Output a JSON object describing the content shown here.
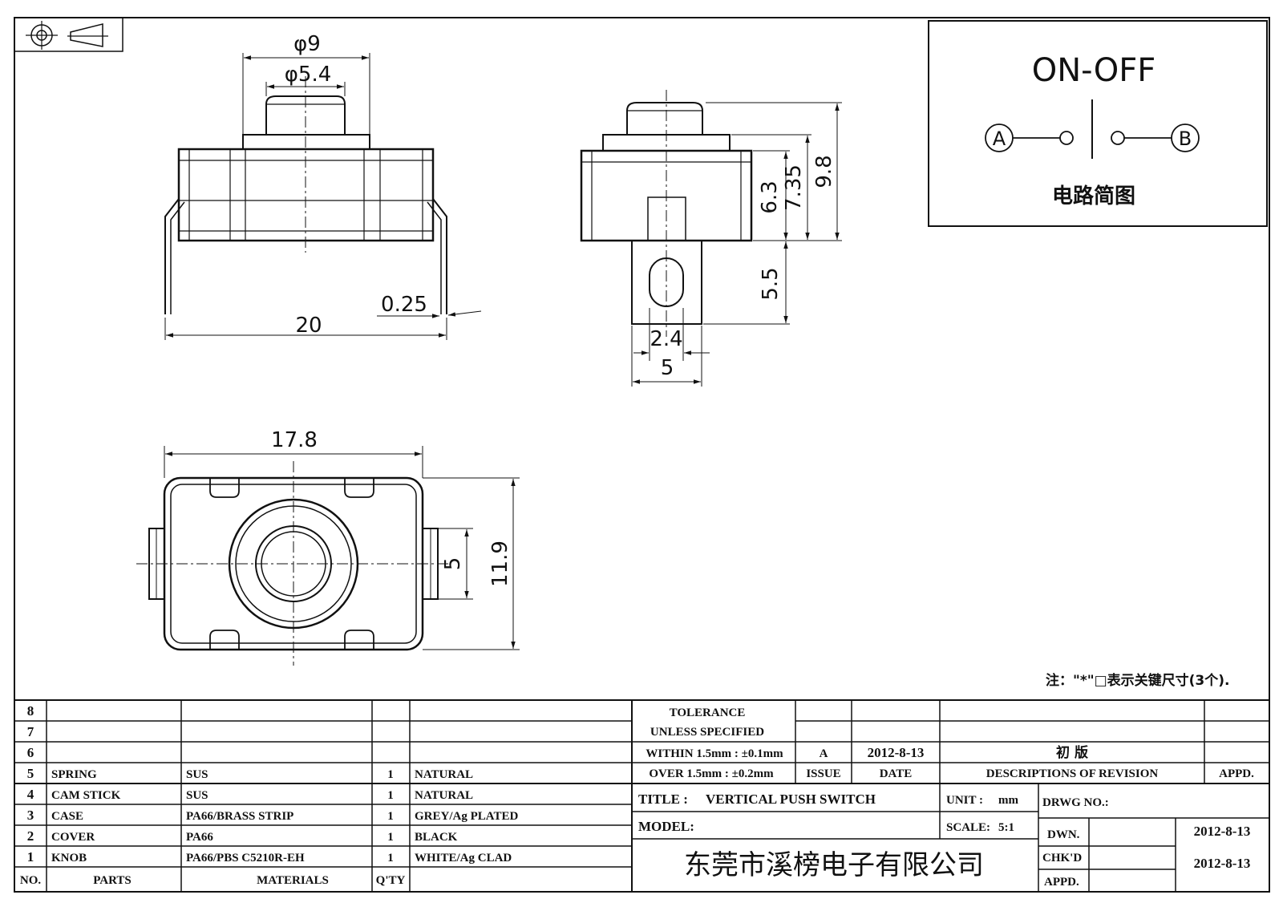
{
  "projection_symbol": "first-angle-projection-icon",
  "circuit": {
    "title": "ON-OFF",
    "terminal_a": "A",
    "terminal_b": "B",
    "caption": "电路简图"
  },
  "dimensions": {
    "phi9": "φ9",
    "phi54": "φ5.4",
    "d20": "20",
    "d025": "0.25",
    "d63": "6.3",
    "d735": "7.35",
    "d98": "9.8",
    "d55": "5.5",
    "d24": "2.4",
    "d5_side": "5",
    "d178": "17.8",
    "d119": "11.9",
    "d5_bottom": "5"
  },
  "note": "注：\"*\"□表示关键尺寸(3个).",
  "parts_table": {
    "header": {
      "no": "NO.",
      "parts": "PARTS",
      "materials": "MATERIALS",
      "qty": "Q'TY"
    },
    "rows": [
      {
        "no": "8",
        "part": "",
        "material": "",
        "qty": "",
        "finish": ""
      },
      {
        "no": "7",
        "part": "",
        "material": "",
        "qty": "",
        "finish": ""
      },
      {
        "no": "6",
        "part": "",
        "material": "",
        "qty": "",
        "finish": ""
      },
      {
        "no": "5",
        "part": "SPRING",
        "material": "SUS",
        "qty": "1",
        "finish": "NATURAL"
      },
      {
        "no": "4",
        "part": "CAM STICK",
        "material": "SUS",
        "qty": "1",
        "finish": "NATURAL"
      },
      {
        "no": "3",
        "part": "CASE",
        "material": "PA66/BRASS STRIP",
        "qty": "1",
        "finish": "GREY/Ag PLATED"
      },
      {
        "no": "2",
        "part": "COVER",
        "material": "PA66",
        "qty": "1",
        "finish": "BLACK"
      },
      {
        "no": "1",
        "part": "KNOB",
        "material": "PA66/PBS C5210R-EH",
        "qty": "1",
        "finish": "WHITE/Ag CLAD"
      }
    ]
  },
  "tolerance": {
    "line1": "TOLERANCE",
    "line2": "UNLESS  SPECIFIED",
    "line3": "WITHIN 1.5mm : ±0.1mm",
    "line4": "OVER 1.5mm : ±0.2mm"
  },
  "revision": {
    "issue_value": "A",
    "date_value": "2012-8-13",
    "description_value": "初 版",
    "issue_label": "ISSUE",
    "date_label": "DATE",
    "description_label": "DESCRIPTIONS OF REVISION",
    "appd_label": "APPD."
  },
  "title_block": {
    "title_label": "TITLE :",
    "title_value": "VERTICAL PUSH SWITCH",
    "unit_label": "UNIT :",
    "unit_value": "mm",
    "drwg_label": "DRWG NO.:",
    "model_label": "MODEL:",
    "scale_label": "SCALE:",
    "scale_value": "5:1",
    "dwn_label": "DWN.",
    "dwn_date": "2012-8-13",
    "chkd_label": "CHK'D",
    "chkd_date": "2012-8-13",
    "appd_label": "APPD.",
    "company": "东莞市溪榜电子有限公司"
  }
}
